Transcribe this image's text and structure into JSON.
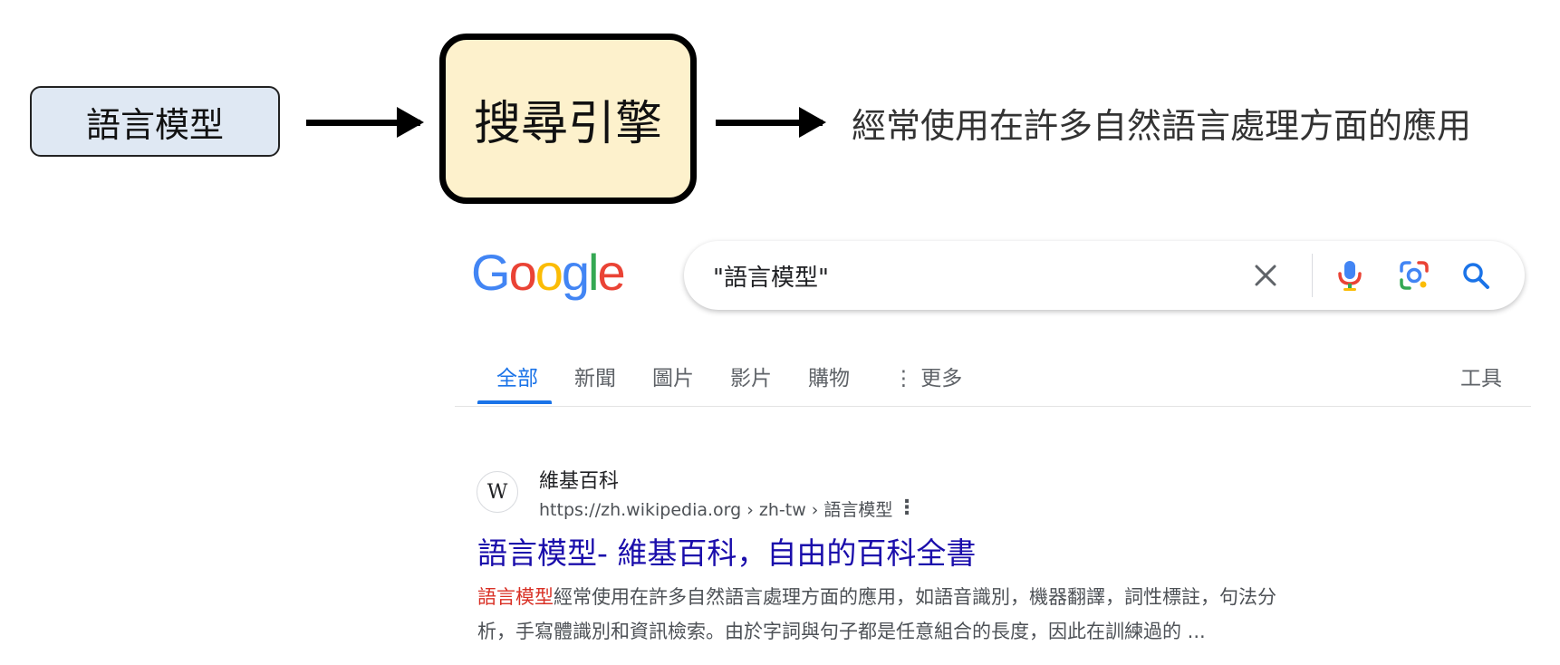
{
  "diagram": {
    "input_label": "語言模型",
    "engine_label": "搜尋引擎",
    "output_text": "經常使用在許多自然語言處理方面的應用"
  },
  "google": {
    "logo": [
      "G",
      "o",
      "o",
      "g",
      "l",
      "e"
    ],
    "logo_colors": [
      "#4285F4",
      "#EA4335",
      "#FBBC05",
      "#4285F4",
      "#34A853",
      "#EA4335"
    ],
    "search_query": "\"語言模型\"",
    "icons": [
      "close-icon",
      "mic-icon",
      "lens-icon",
      "search-icon"
    ]
  },
  "tabs": {
    "items": [
      "全部",
      "新聞",
      "圖片",
      "影片",
      "購物",
      "⋮ 更多"
    ],
    "active": "全部",
    "tools": "工具"
  },
  "result": {
    "favicon": "W",
    "site_name": "維基百科",
    "url": "https://zh.wikipedia.org › zh-tw › 語言模型",
    "title": "語言模型- 維基百科，自由的百科全書",
    "snippet_highlight": "語言模型",
    "snippet_line1": "經常使用在許多自然語言處理方面的應用，如語音識別，機器翻譯，詞性標註，句法分",
    "snippet_line2": "析，手寫體識別和資訊檢索。由於字詞與句子都是任意組合的長度，因此在訓練過的 ..."
  }
}
